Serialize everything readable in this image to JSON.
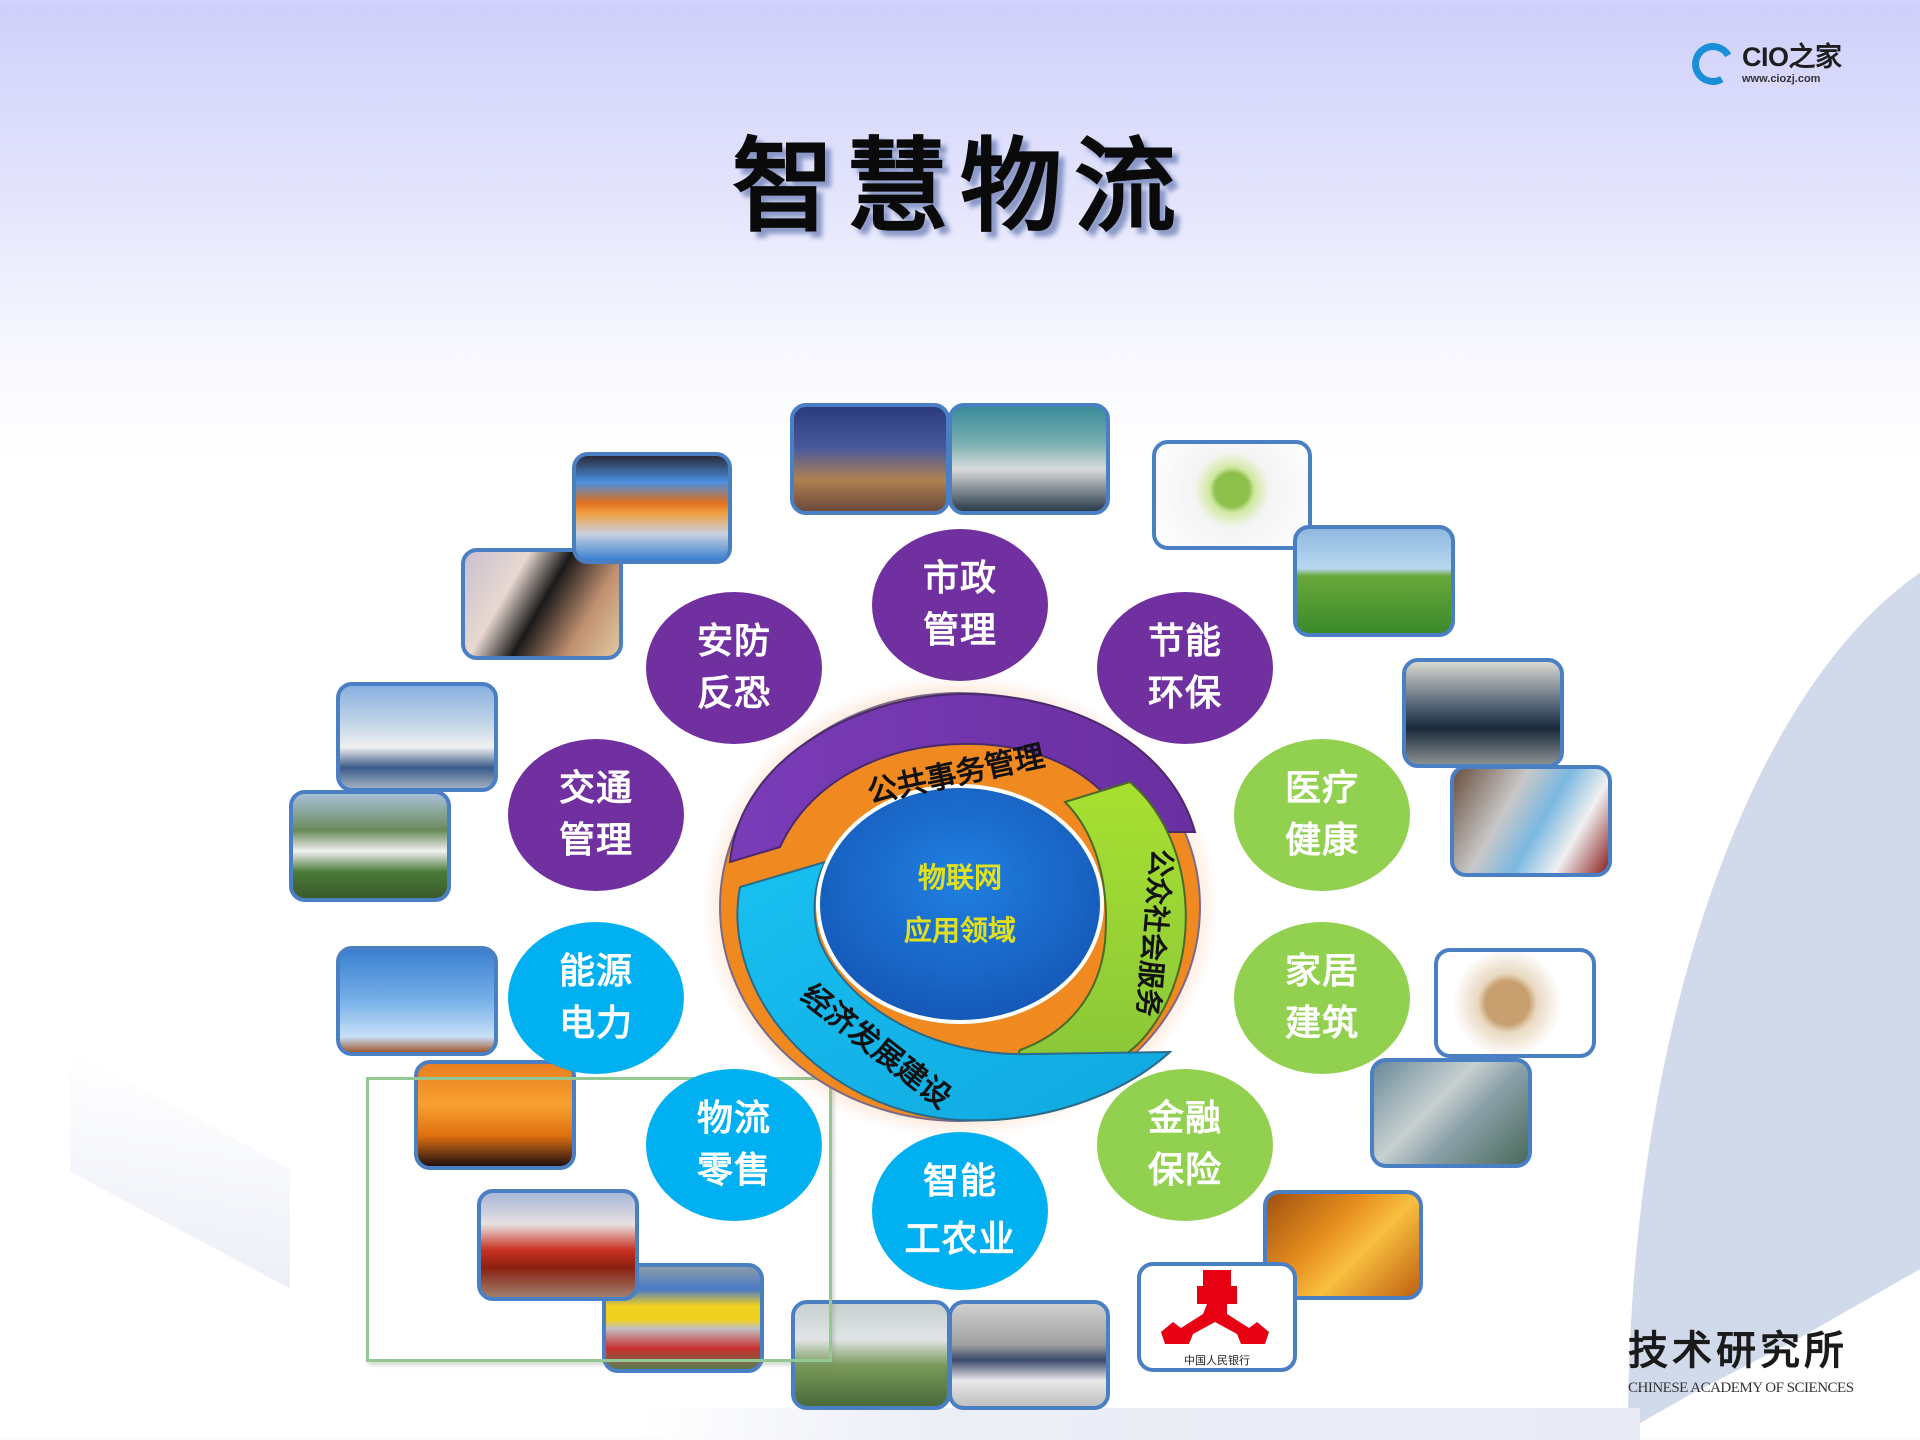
{
  "logo": {
    "name": "CIO之家",
    "url": "www.ciozj.com"
  },
  "title": "智慧物流",
  "center": {
    "line1": "物联网",
    "line2": "应用领域"
  },
  "ring_segments": [
    {
      "label": "公共事务管理",
      "color": "#7030a0"
    },
    {
      "label": "公众社会服务",
      "color": "#92d050"
    },
    {
      "label": "经济发展建设",
      "color": "#00b0f0"
    }
  ],
  "bubbles": [
    {
      "line1": "市政",
      "line2": "管理",
      "color": "purple"
    },
    {
      "line1": "安防",
      "line2": "反恐",
      "color": "purple"
    },
    {
      "line1": "节能",
      "line2": "环保",
      "color": "purple"
    },
    {
      "line1": "交通",
      "line2": "管理",
      "color": "purple"
    },
    {
      "line1": "医疗",
      "line2": "健康",
      "color": "green"
    },
    {
      "line1": "能源",
      "line2": "电力",
      "color": "cyan"
    },
    {
      "line1": "家居",
      "line2": "建筑",
      "color": "green"
    },
    {
      "line1": "物流",
      "line2": "零售",
      "color": "cyan"
    },
    {
      "line1": "金融",
      "line2": "保险",
      "color": "green"
    },
    {
      "line1": "智能",
      "line2": "工农业",
      "color": "cyan"
    }
  ],
  "photos": [
    {
      "subject": "city-night-photo"
    },
    {
      "subject": "control-room-photo"
    },
    {
      "subject": "energy-saving-bulb-photo"
    },
    {
      "subject": "garden-lamp-photo"
    },
    {
      "subject": "medical-monitors-photo"
    },
    {
      "subject": "nurse-patient-photo"
    },
    {
      "subject": "smart-home-diagram-photo"
    },
    {
      "subject": "building-aerial-photo"
    },
    {
      "subject": "gold-coins-photo"
    },
    {
      "subject": "peoples-bank-logo-photo"
    },
    {
      "subject": "aircraft-photo"
    },
    {
      "subject": "greenhouse-photo"
    },
    {
      "subject": "retail-store-photo"
    },
    {
      "subject": "red-truck-photo"
    },
    {
      "subject": "power-tower-sunset-photo"
    },
    {
      "subject": "wind-turbines-photo"
    },
    {
      "subject": "high-speed-train-photo"
    },
    {
      "subject": "airport-terminal-photo"
    },
    {
      "subject": "hazmat-suit-photo"
    },
    {
      "subject": "burning-towers-photo"
    }
  ],
  "bank_logo_caption": "中国人民银行",
  "institute": {
    "cn": "技术研究所",
    "en": "CHINESE ACADEMY OF SCIENCES"
  }
}
